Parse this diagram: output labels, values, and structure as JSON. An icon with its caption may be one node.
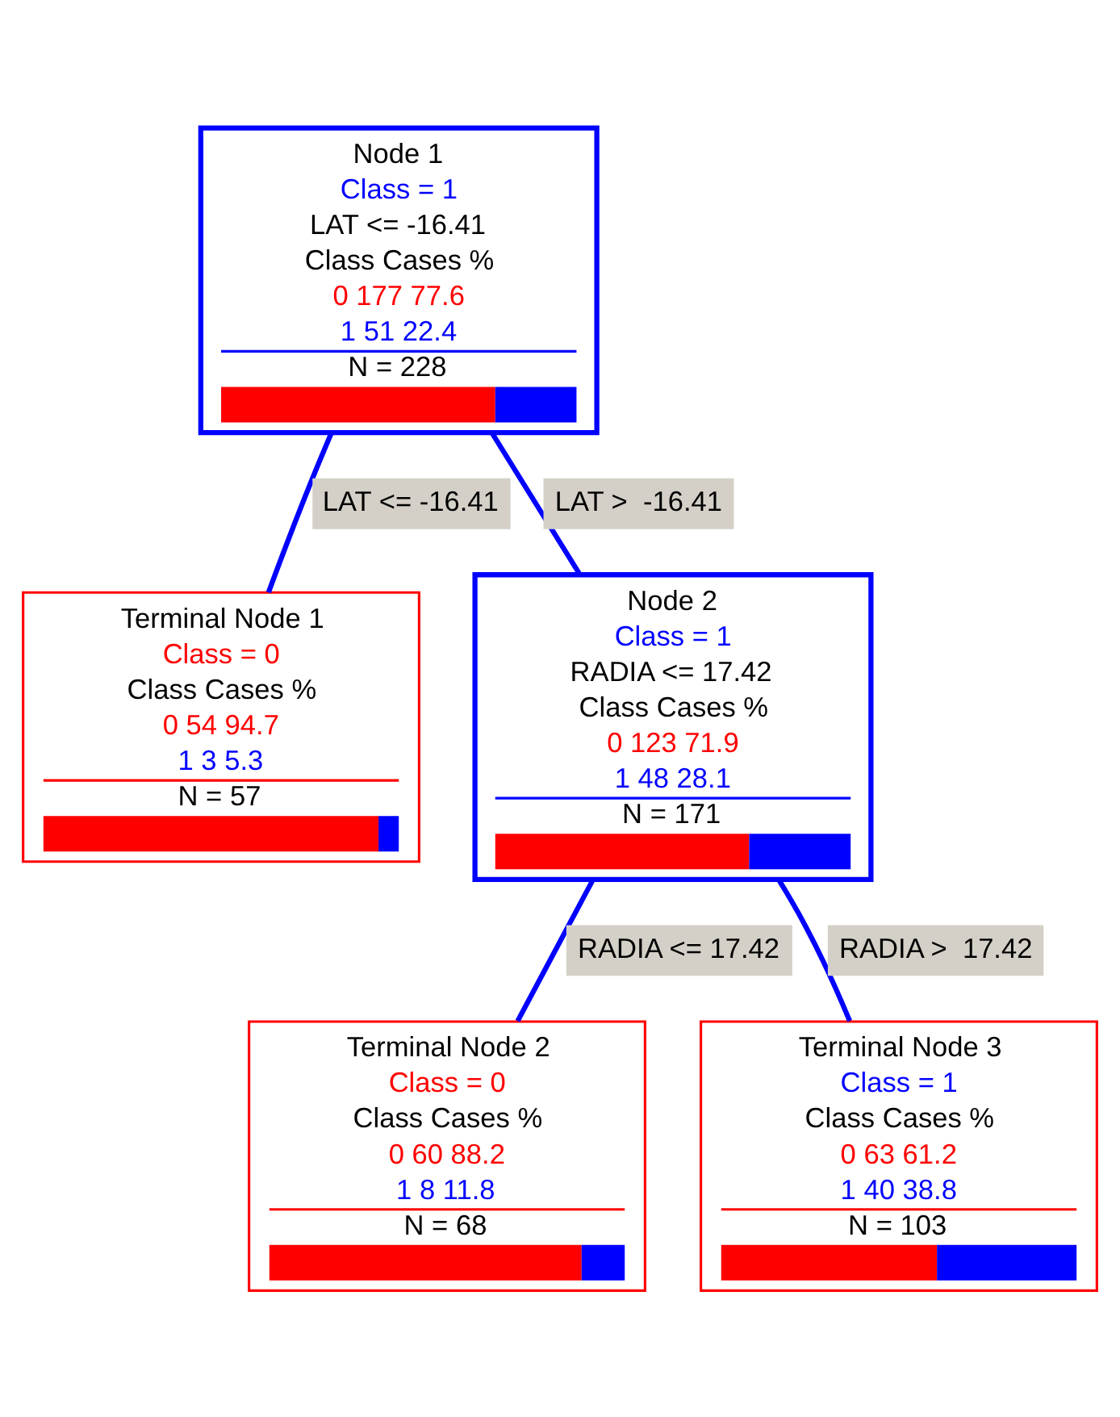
{
  "diagram": {
    "nodes": [
      {
        "text": [
          "Node 1",
          "Class = 1",
          "LAT <= -16.41",
          "Class Cases %",
          "0 177 77.6",
          "1 51 22.4",
          "N = 228"
        ]
      },
      {
        "text": [
          "Terminal Node 1",
          "Class = 0",
          "Class Cases %",
          "0 54 94.7",
          "1 3 5.3",
          "N = 57"
        ]
      },
      {
        "text": [
          "Node 2",
          "Class = 1",
          "RADIA <= 17.42",
          "Class Cases %",
          "0 123 71.9",
          "1 48 28.1",
          "N = 171"
        ]
      },
      {
        "text": [
          "Terminal Node 2",
          "Class = 0",
          "Class Cases %",
          "0 60 88.2",
          "1 8 11.8",
          "N = 68"
        ]
      },
      {
        "text": [
          "Terminal Node 3",
          "Class = 1",
          "Class Cases %",
          "0 63 61.2",
          "1 40 38.8",
          "N = 103"
        ]
      }
    ],
    "edges": [
      {
        "from": 0,
        "to": 1,
        "arrow": "none",
        "label": "LAT <= -16.41"
      },
      {
        "from": 0,
        "to": 2,
        "arrow": "none",
        "label": "LAT >  -16.41"
      },
      {
        "from": 2,
        "to": 3,
        "arrow": "none",
        "label": "RADIA <= 17.42"
      },
      {
        "from": 2,
        "to": 4,
        "arrow": "none",
        "label": "RADIA >  17.42"
      }
    ]
  }
}
